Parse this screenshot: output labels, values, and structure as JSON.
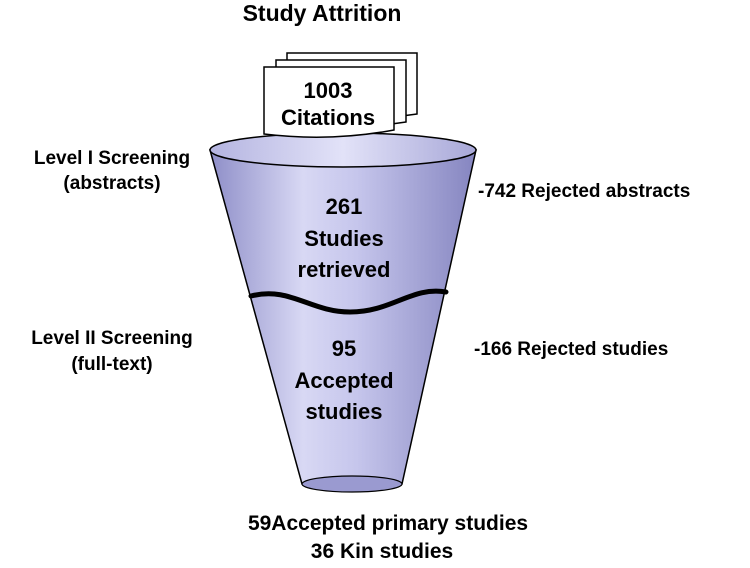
{
  "title": "Study Attrition",
  "citations": {
    "count": "1003",
    "label": "Citations"
  },
  "level1": {
    "label_line1": "Level I Screening",
    "label_line2": "(abstracts)",
    "rejected": "-742 Rejected abstracts"
  },
  "retrieved": {
    "count": "261",
    "line1": "Studies",
    "line2": "retrieved"
  },
  "level2": {
    "label_line1": "Level II Screening",
    "label_line2": "(full-text)",
    "rejected": "-166 Rejected studies"
  },
  "accepted": {
    "count": "95",
    "line1": "Accepted",
    "line2": "studies"
  },
  "outcome": {
    "primary": "59Accepted primary studies",
    "kin": "36 Kin studies"
  },
  "colors": {
    "funnel_light": "#d4d4f2",
    "funnel_mid": "#a8a8dc",
    "funnel_dark": "#8585c4",
    "outline": "#000000",
    "paper": "#ffffff"
  }
}
